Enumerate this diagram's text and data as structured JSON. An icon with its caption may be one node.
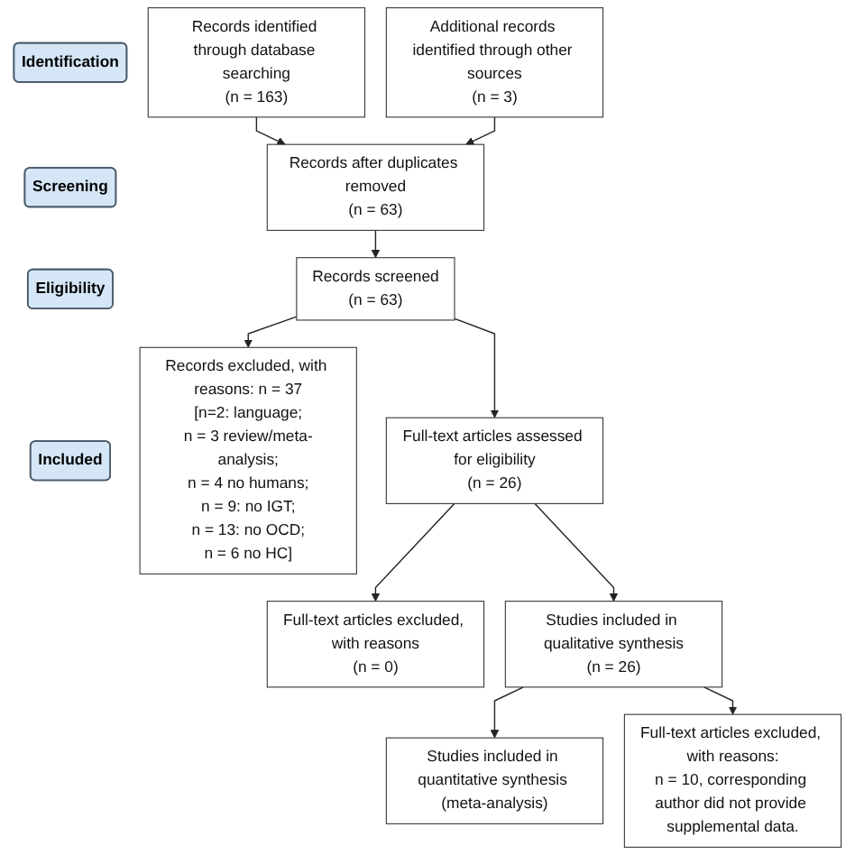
{
  "diagram": {
    "nodes": [
      {
        "text": [
          "Identification"
        ]
      },
      {
        "text": [
          "Records identified through database searching",
          "(n = 163)"
        ]
      },
      {
        "text": [
          "Additional records identified through other sources",
          "(n = 3)"
        ]
      },
      {
        "text": [
          "Records after duplicates removed",
          "(n = 63)"
        ]
      },
      {
        "text": [
          "Screening"
        ]
      },
      {
        "text": [
          "Records screened",
          "(n = 63)"
        ]
      },
      {
        "text": [
          "Records excluded, with reasons: n = 37",
          "[n=2: language;",
          "n = 3 review/meta-analysis;",
          "n = 4 no humans;",
          "n = 9: no IGT;",
          "n = 13: no OCD;",
          "n = 6 no HC]"
        ]
      },
      {
        "text": [
          "Eligibility"
        ]
      },
      {
        "text": [
          "Full-text articles assessed for eligibility",
          "(n = 26)"
        ]
      },
      {
        "text": [
          "Full-text articles excluded, with reasons",
          "(n = 0)"
        ]
      },
      {
        "text": [
          "Studies included in qualitative synthesis",
          "(n = 26)"
        ]
      },
      {
        "text": [
          "Full-text articles excluded, with reasons:",
          "n = 10, corresponding author did not provide supplemental data."
        ]
      },
      {
        "text": [
          "Included"
        ]
      },
      {
        "text": [
          "Studies included in quantitative synthesis (meta-analysis)"
        ]
      }
    ],
    "edges": [
      {
        "from": 1,
        "to": 3,
        "arrow": "to"
      },
      {
        "from": 2,
        "to": 3,
        "arrow": "to"
      },
      {
        "from": 3,
        "to": 5,
        "arrow": "to"
      },
      {
        "from": 5,
        "to": 8,
        "arrow": "to"
      },
      {
        "from": 5,
        "to": 6,
        "arrow": "to"
      },
      {
        "from": 8,
        "to": 10,
        "arrow": "to"
      },
      {
        "from": 8,
        "to": 9,
        "arrow": "to"
      },
      {
        "from": 10,
        "to": 13,
        "arrow": "to"
      },
      {
        "from": 10,
        "to": 11,
        "arrow": "to"
      }
    ]
  }
}
